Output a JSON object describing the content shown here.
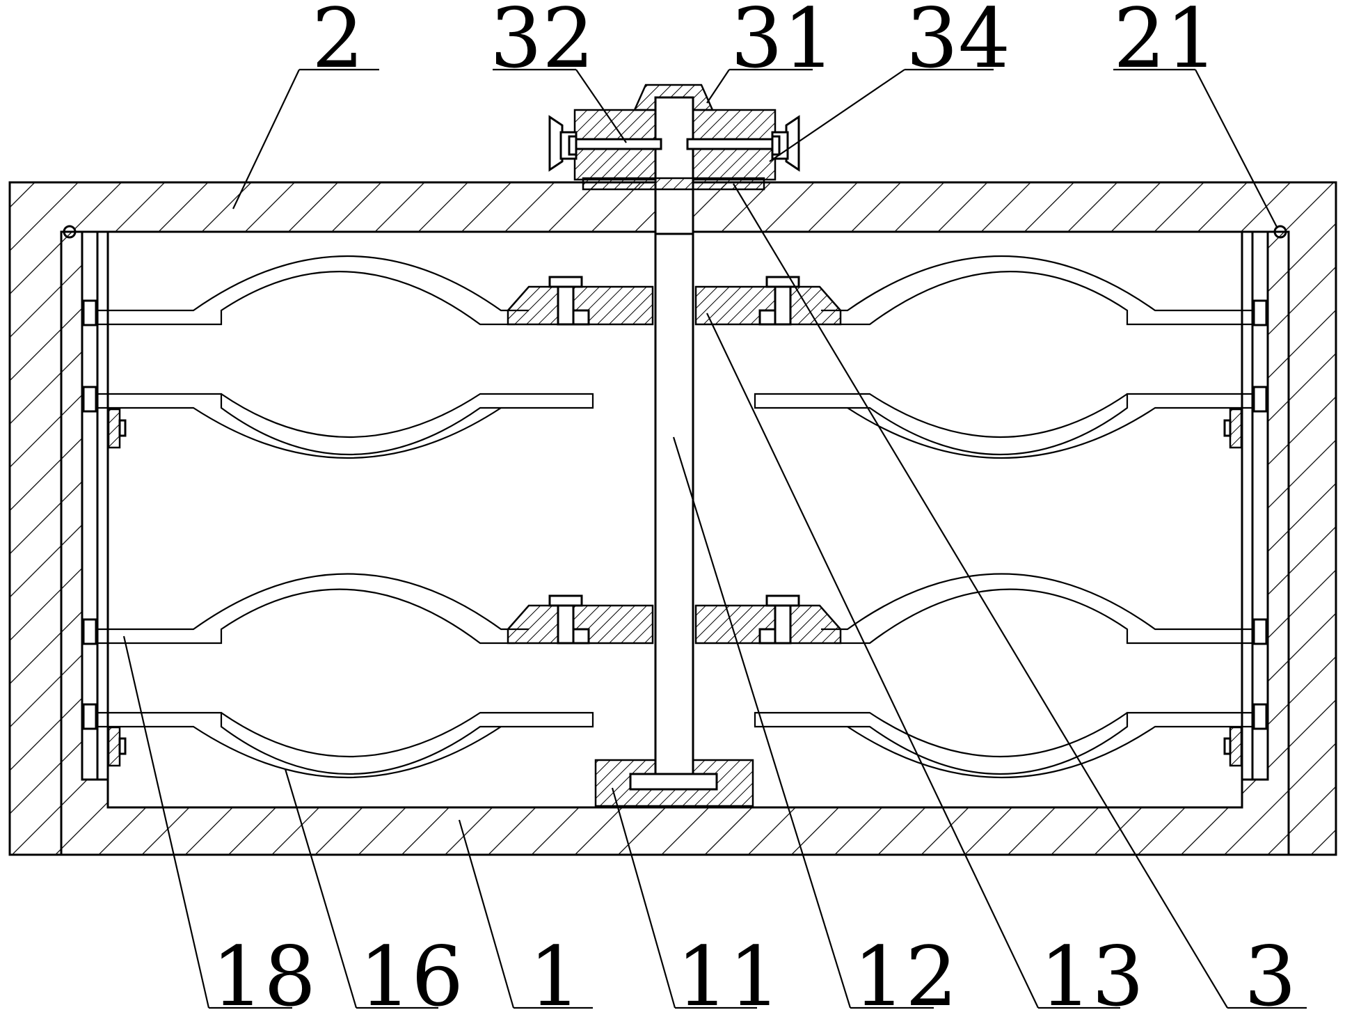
{
  "figure": {
    "labels": {
      "l2": "2",
      "l32": "32",
      "l31": "31",
      "l34": "34",
      "l21": "21",
      "l18": "18",
      "l16": "16",
      "l1": "1",
      "l11": "11",
      "l12": "12",
      "l13": "13",
      "l3": "3"
    }
  }
}
